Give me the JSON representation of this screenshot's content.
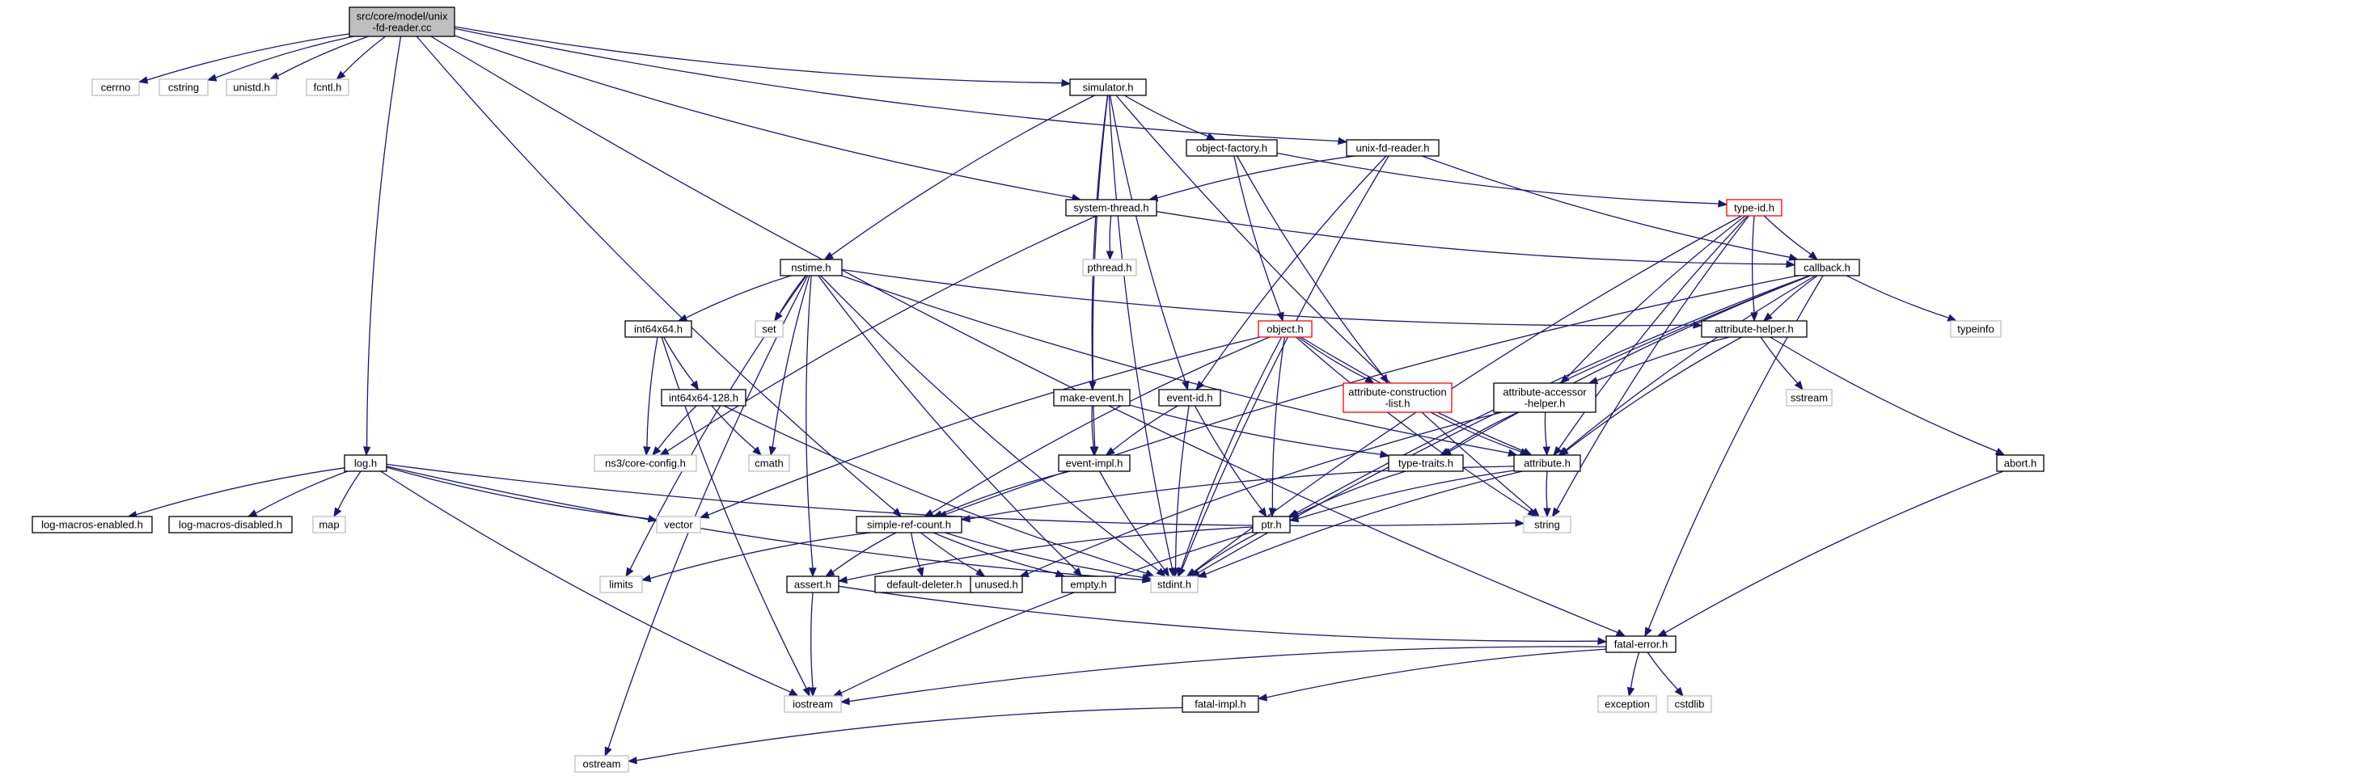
{
  "graph": {
    "title": "",
    "colors": {
      "edge": "#191970",
      "root_fill": "#bfbfbf",
      "node_border": "#000000",
      "system_header_border": "#bfbfbf",
      "truncated_border": "#ff0000"
    },
    "nodes": [
      {
        "id": "root",
        "lines": [
          "src/core/model/unix",
          "-fd-reader.cc"
        ],
        "kind": "root"
      },
      {
        "id": "cerrno",
        "lines": [
          "cerrno"
        ],
        "kind": "system"
      },
      {
        "id": "cstring",
        "lines": [
          "cstring"
        ],
        "kind": "system"
      },
      {
        "id": "unistd",
        "lines": [
          "unistd.h"
        ],
        "kind": "system"
      },
      {
        "id": "fcntl",
        "lines": [
          "fcntl.h"
        ],
        "kind": "system"
      },
      {
        "id": "simulator",
        "lines": [
          "simulator.h"
        ],
        "kind": "header"
      },
      {
        "id": "objfactory",
        "lines": [
          "object-factory.h"
        ],
        "kind": "header"
      },
      {
        "id": "unixfd",
        "lines": [
          "unix-fd-reader.h"
        ],
        "kind": "header"
      },
      {
        "id": "systhread",
        "lines": [
          "system-thread.h"
        ],
        "kind": "header"
      },
      {
        "id": "pthread",
        "lines": [
          "pthread.h"
        ],
        "kind": "system"
      },
      {
        "id": "typeid",
        "lines": [
          "type-id.h"
        ],
        "kind": "truncated"
      },
      {
        "id": "callback",
        "lines": [
          "callback.h"
        ],
        "kind": "header"
      },
      {
        "id": "typeinfo",
        "lines": [
          "typeinfo"
        ],
        "kind": "system"
      },
      {
        "id": "nstime",
        "lines": [
          "nstime.h"
        ],
        "kind": "header"
      },
      {
        "id": "set",
        "lines": [
          "set"
        ],
        "kind": "system"
      },
      {
        "id": "int64x64",
        "lines": [
          "int64x64.h"
        ],
        "kind": "header"
      },
      {
        "id": "int64x64128",
        "lines": [
          "int64x64-128.h"
        ],
        "kind": "header"
      },
      {
        "id": "nsconfig",
        "lines": [
          "ns3/core-config.h"
        ],
        "kind": "system"
      },
      {
        "id": "cmath",
        "lines": [
          "cmath"
        ],
        "kind": "system"
      },
      {
        "id": "object",
        "lines": [
          "object.h"
        ],
        "kind": "truncated"
      },
      {
        "id": "attrconstr",
        "lines": [
          "attribute-construction",
          "-list.h"
        ],
        "kind": "truncated"
      },
      {
        "id": "attrhelper",
        "lines": [
          "attribute-helper.h"
        ],
        "kind": "header"
      },
      {
        "id": "sstream",
        "lines": [
          "sstream"
        ],
        "kind": "system"
      },
      {
        "id": "attraccessor",
        "lines": [
          "attribute-accessor",
          "-helper.h"
        ],
        "kind": "header"
      },
      {
        "id": "makeevent",
        "lines": [
          "make-event.h"
        ],
        "kind": "header"
      },
      {
        "id": "eventid",
        "lines": [
          "event-id.h"
        ],
        "kind": "header"
      },
      {
        "id": "eventimpl",
        "lines": [
          "event-impl.h"
        ],
        "kind": "header"
      },
      {
        "id": "typetraits",
        "lines": [
          "type-traits.h"
        ],
        "kind": "header"
      },
      {
        "id": "attribute",
        "lines": [
          "attribute.h"
        ],
        "kind": "header"
      },
      {
        "id": "abort",
        "lines": [
          "abort.h"
        ],
        "kind": "header"
      },
      {
        "id": "log",
        "lines": [
          "log.h"
        ],
        "kind": "header"
      },
      {
        "id": "logen",
        "lines": [
          "log-macros-enabled.h"
        ],
        "kind": "header"
      },
      {
        "id": "logdis",
        "lines": [
          "log-macros-disabled.h"
        ],
        "kind": "header"
      },
      {
        "id": "map",
        "lines": [
          "map"
        ],
        "kind": "system"
      },
      {
        "id": "vector",
        "lines": [
          "vector"
        ],
        "kind": "system"
      },
      {
        "id": "simplerefcount",
        "lines": [
          "simple-ref-count.h"
        ],
        "kind": "header"
      },
      {
        "id": "ptr",
        "lines": [
          "ptr.h"
        ],
        "kind": "header"
      },
      {
        "id": "string",
        "lines": [
          "string"
        ],
        "kind": "system"
      },
      {
        "id": "limits",
        "lines": [
          "limits"
        ],
        "kind": "system"
      },
      {
        "id": "assert",
        "lines": [
          "assert.h"
        ],
        "kind": "header"
      },
      {
        "id": "defdeleter",
        "lines": [
          "default-deleter.h"
        ],
        "kind": "header"
      },
      {
        "id": "unused",
        "lines": [
          "unused.h"
        ],
        "kind": "header"
      },
      {
        "id": "empty",
        "lines": [
          "empty.h"
        ],
        "kind": "header"
      },
      {
        "id": "stdint",
        "lines": [
          "stdint.h"
        ],
        "kind": "system"
      },
      {
        "id": "fatalerror",
        "lines": [
          "fatal-error.h"
        ],
        "kind": "header"
      },
      {
        "id": "iostream",
        "lines": [
          "iostream"
        ],
        "kind": "system"
      },
      {
        "id": "exception",
        "lines": [
          "exception"
        ],
        "kind": "system"
      },
      {
        "id": "cstdlib",
        "lines": [
          "cstdlib"
        ],
        "kind": "system"
      },
      {
        "id": "fatalimpl",
        "lines": [
          "fatal-impl.h"
        ],
        "kind": "header"
      },
      {
        "id": "ostream",
        "lines": [
          "ostream"
        ],
        "kind": "system"
      }
    ],
    "edges": [
      [
        "root",
        "cerrno"
      ],
      [
        "root",
        "cstring"
      ],
      [
        "root",
        "unistd"
      ],
      [
        "root",
        "fcntl"
      ],
      [
        "root",
        "simulator"
      ],
      [
        "root",
        "unixfd"
      ],
      [
        "root",
        "systhread"
      ],
      [
        "root",
        "log"
      ],
      [
        "root",
        "simplerefcount"
      ],
      [
        "root",
        "fatalerror"
      ],
      [
        "simulator",
        "objfactory"
      ],
      [
        "simulator",
        "nstime"
      ],
      [
        "simulator",
        "makeevent"
      ],
      [
        "simulator",
        "eventid"
      ],
      [
        "simulator",
        "eventimpl"
      ],
      [
        "simulator",
        "string"
      ],
      [
        "simulator",
        "stdint"
      ],
      [
        "objfactory",
        "object"
      ],
      [
        "objfactory",
        "attrconstr"
      ],
      [
        "objfactory",
        "typeid"
      ],
      [
        "unixfd",
        "systhread"
      ],
      [
        "unixfd",
        "callback"
      ],
      [
        "unixfd",
        "eventid"
      ],
      [
        "unixfd",
        "stdint"
      ],
      [
        "systhread",
        "pthread"
      ],
      [
        "systhread",
        "callback"
      ],
      [
        "systhread",
        "nsconfig"
      ],
      [
        "typeid",
        "callback"
      ],
      [
        "typeid",
        "attrhelper"
      ],
      [
        "typeid",
        "attribute"
      ],
      [
        "typeid",
        "attraccessor"
      ],
      [
        "typeid",
        "string"
      ],
      [
        "typeid",
        "stdint"
      ],
      [
        "callback",
        "typeinfo"
      ],
      [
        "callback",
        "attrhelper"
      ],
      [
        "callback",
        "typetraits"
      ],
      [
        "callback",
        "attribute"
      ],
      [
        "callback",
        "ptr"
      ],
      [
        "callback",
        "simplerefcount"
      ],
      [
        "callback",
        "fatalerror"
      ],
      [
        "callback",
        "stdint"
      ],
      [
        "nstime",
        "set"
      ],
      [
        "nstime",
        "int64x64"
      ],
      [
        "nstime",
        "cmath"
      ],
      [
        "nstime",
        "attrhelper"
      ],
      [
        "nstime",
        "attribute"
      ],
      [
        "nstime",
        "limits"
      ],
      [
        "nstime",
        "assert"
      ],
      [
        "nstime",
        "ostream"
      ],
      [
        "nstime",
        "stdint"
      ],
      [
        "nstime",
        "empty"
      ],
      [
        "int64x64",
        "int64x64128"
      ],
      [
        "int64x64",
        "nsconfig"
      ],
      [
        "int64x64",
        "iostream"
      ],
      [
        "int64x64128",
        "nsconfig"
      ],
      [
        "int64x64128",
        "cmath"
      ],
      [
        "int64x64128",
        "stdint"
      ],
      [
        "object",
        "attrconstr"
      ],
      [
        "object",
        "ptr"
      ],
      [
        "object",
        "attribute"
      ],
      [
        "object",
        "simplerefcount"
      ],
      [
        "object",
        "vector"
      ],
      [
        "object",
        "string"
      ],
      [
        "object",
        "stdint"
      ],
      [
        "attrconstr",
        "attribute"
      ],
      [
        "attrhelper",
        "sstream"
      ],
      [
        "attrhelper",
        "abort"
      ],
      [
        "attrhelper",
        "attribute"
      ],
      [
        "attrhelper",
        "attraccessor"
      ],
      [
        "attraccessor",
        "typetraits"
      ],
      [
        "attraccessor",
        "attribute"
      ],
      [
        "attraccessor",
        "unused"
      ],
      [
        "makeevent",
        "eventimpl"
      ],
      [
        "makeevent",
        "typetraits"
      ],
      [
        "eventid",
        "eventimpl"
      ],
      [
        "eventid",
        "ptr"
      ],
      [
        "eventid",
        "stdint"
      ],
      [
        "eventimpl",
        "simplerefcount"
      ],
      [
        "eventimpl",
        "stdint"
      ],
      [
        "typetraits",
        "ptr"
      ],
      [
        "attribute",
        "ptr"
      ],
      [
        "attribute",
        "string"
      ],
      [
        "attribute",
        "stdint"
      ],
      [
        "attribute",
        "simplerefcount"
      ],
      [
        "abort",
        "fatalerror"
      ],
      [
        "log",
        "logen"
      ],
      [
        "log",
        "logdis"
      ],
      [
        "log",
        "map"
      ],
      [
        "log",
        "vector"
      ],
      [
        "log",
        "string"
      ],
      [
        "log",
        "iostream"
      ],
      [
        "log",
        "stdint"
      ],
      [
        "simplerefcount",
        "assert"
      ],
      [
        "simplerefcount",
        "defdeleter"
      ],
      [
        "simplerefcount",
        "unused"
      ],
      [
        "simplerefcount",
        "limits"
      ],
      [
        "simplerefcount",
        "empty"
      ],
      [
        "simplerefcount",
        "stdint"
      ],
      [
        "ptr",
        "assert"
      ],
      [
        "ptr",
        "iostream"
      ],
      [
        "ptr",
        "stdint"
      ],
      [
        "assert",
        "iostream"
      ],
      [
        "assert",
        "fatalerror"
      ],
      [
        "fatalerror",
        "iostream"
      ],
      [
        "fatalerror",
        "exception"
      ],
      [
        "fatalerror",
        "cstdlib"
      ],
      [
        "fatalerror",
        "fatalimpl"
      ],
      [
        "fatalimpl",
        "ostream"
      ]
    ]
  }
}
